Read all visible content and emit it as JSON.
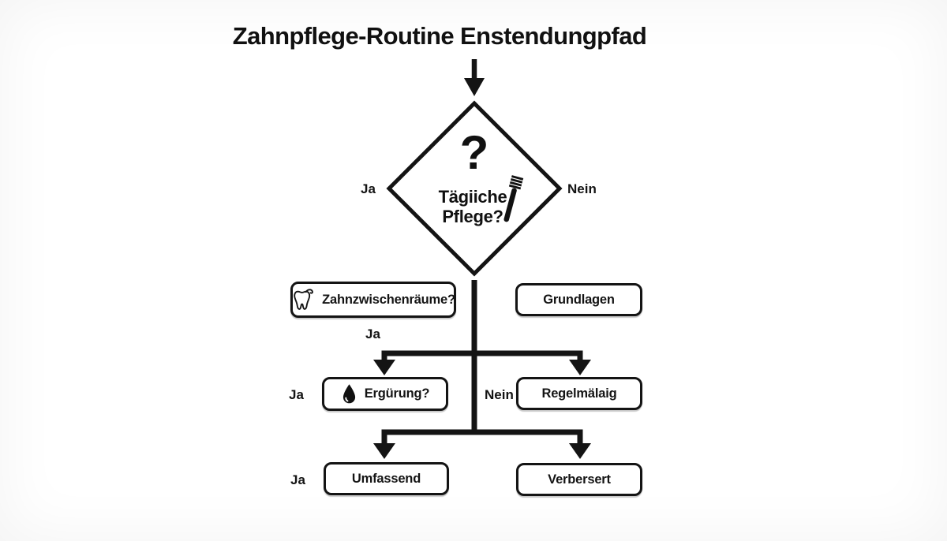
{
  "title": "Zahnpflege-Routine Enstendungpfad",
  "colors": {
    "ink": "#141414",
    "background": "#ffffff"
  },
  "decision": {
    "question_mark": "?",
    "line1": "Tägiiche",
    "line2": "Pflege?",
    "yes_label": "Ja",
    "no_label": "Nein",
    "icon": "toothbrush-icon"
  },
  "level1": {
    "left_box": {
      "icon": "tooth-icon",
      "label": "Zahnzwischenräume?"
    },
    "right_box": {
      "label": "Grundlagen"
    },
    "yes_label": "Ja"
  },
  "level2": {
    "yes_label": "Ja",
    "left_box": {
      "icon": "droplet-icon",
      "label": "Ergürung?"
    },
    "no_label": "Nein",
    "right_box": {
      "label": "Regelmälaig"
    }
  },
  "level3": {
    "yes_label": "Ja",
    "left_box": {
      "label": "Umfassend"
    },
    "right_box": {
      "label": "Verbersert"
    }
  }
}
